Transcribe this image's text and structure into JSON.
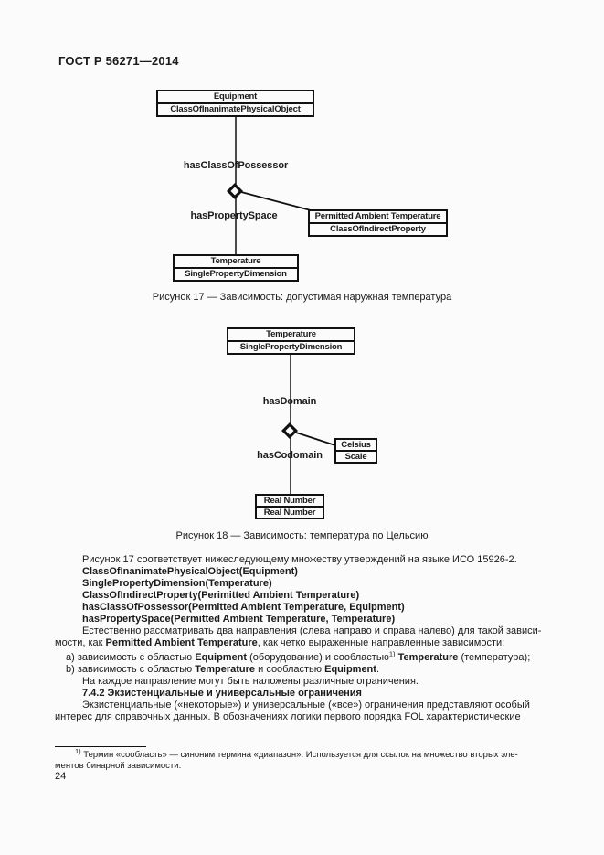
{
  "header": {
    "title": "ГОСТ Р 56271—2014"
  },
  "figure17": {
    "caption": "Рисунок 17 — Зависимость: допустимая наружная температура",
    "equipment_box": {
      "title": "Equipment",
      "type": "ClassOfInanimatePhysicalObject"
    },
    "relation_possessor": "hasClassOfPossessor",
    "relation_property_space": "hasPropertySpace",
    "permitted_box": {
      "title": "Permitted Ambient Temperature",
      "type": "ClassOfIndirectProperty"
    },
    "temperature_box": {
      "title": "Temperature",
      "type": "SinglePropertyDimension"
    }
  },
  "figure18": {
    "caption": "Рисунок 18 — Зависимость: температура по Цельсию",
    "temperature_box": {
      "title": "Temperature",
      "type": "SinglePropertyDimension"
    },
    "relation_domain": "hasDomain",
    "relation_codomain": "hasCodomain",
    "celsius_box": {
      "title": "Celsius",
      "type": "Scale"
    },
    "real_box": {
      "title": "Real Number",
      "type": "Real Number"
    }
  },
  "body": {
    "p1": "Рисунок 17 соответствует нижеследующему множеству утверждений на языке ИСО 15926-2.",
    "statements": [
      "ClassOfInanimatePhysicalObject(Equipment)",
      "SinglePropertyDimension(Temperature)",
      "ClassOfIndirectProperty(Perimitted Ambient Temperature)",
      "hasClassOfPossessor(Permitted Ambient Temperature, Equipment)",
      "hasPropertySpace(Permitted Ambient Temperature, Temperature)"
    ],
    "p2": {
      "line1": "Естественно рассматривать два направления (слева направо и справа налево) для такой зависи-",
      "line2_pre": "мости, как ",
      "line2_bold": "Permitted Ambient Temperature",
      "line2_post": ", как четко выраженные направленные зависимости:"
    },
    "item_a": {
      "t1": "a) зависимость с областью ",
      "b1": "Equipment",
      "t2": " (оборудование) и сообластью",
      "sup": "1)",
      "t3": " ",
      "b2": "Temperature",
      "t4": " (температура);"
    },
    "item_b": {
      "t1": "b) зависимость с областью ",
      "b1": "Temperature",
      "t2": " и сообластью ",
      "b2": "Equipment",
      "t3": "."
    },
    "p3": "На каждое направление могут быть наложены различные ограничения.",
    "heading_742": "7.4.2 Экзистенциальные и универсальные ограничения",
    "p4_line1": "Экзистенциальные («некоторые») и универсальные («все») ограничения представляют особый",
    "p4_line2": "интерес для справочных данных. В обозначениях логики первого порядка FOL характеристические"
  },
  "footnote": {
    "sup": "1)",
    "line1": " Термин «сообласть» — синоним термина «диапазон». Используется для ссылок на множество вторых эле-",
    "line2": "ментов бинарной зависимости."
  },
  "page_number": "24"
}
